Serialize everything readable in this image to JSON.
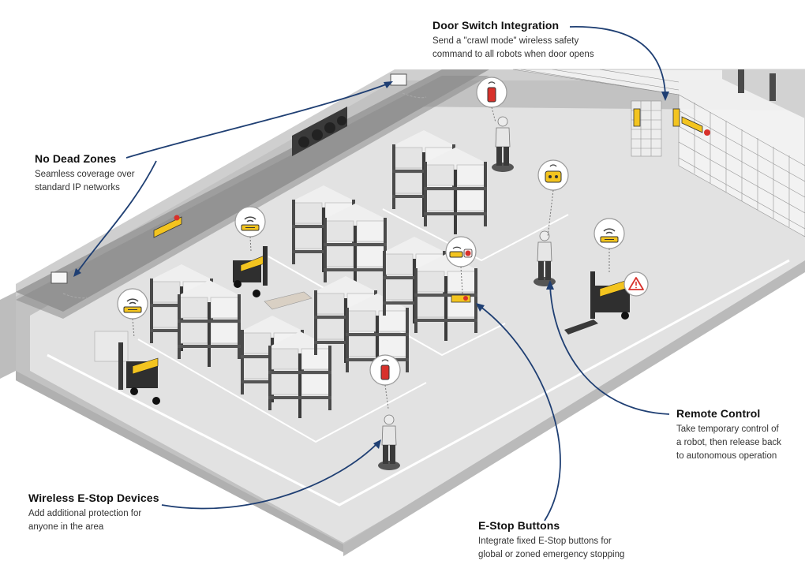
{
  "callouts": {
    "door_switch": {
      "title": "Door Switch Integration",
      "description": "Send a \"crawl mode\" wireless safety\ncommand to all robots when door opens"
    },
    "no_dead_zones": {
      "title": "No Dead Zones",
      "description": "Seamless coverage over\nstandard IP networks"
    },
    "remote_control": {
      "title": "Remote Control",
      "description": "Take temporary control of\na robot, then release back\nto autonomous operation"
    },
    "wireless_estop": {
      "title": "Wireless E-Stop Devices",
      "description": "Add additional protection for\nanyone in the area"
    },
    "estop_buttons": {
      "title": "E-Stop Buttons",
      "description": "Integrate fixed E-Stop buttons for\nglobal or zoned emergency stopping"
    }
  },
  "colors": {
    "accent_navy": "#1f3f73",
    "device_yellow": "#f3c41f",
    "estop_red": "#d8312b",
    "floor": "#dedede",
    "wall": "#c9c9c9",
    "rack": "#4a4a4a",
    "box": "#e9e9e9"
  },
  "icons": [
    "wifi-radio-icon",
    "wireless-estop-icon",
    "remote-control-icon",
    "warning-icon",
    "estop-button-icon"
  ]
}
